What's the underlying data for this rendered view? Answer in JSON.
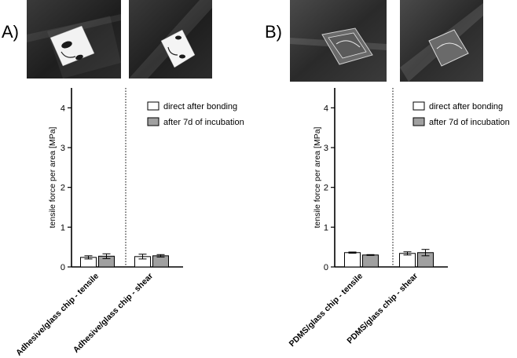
{
  "panels": [
    {
      "label": "A)",
      "photo_left": "adhesive-glass-chip-photo",
      "photo_right": "adhesive-glass-chip-shear-photo"
    },
    {
      "label": "B)",
      "photo_left": "pdms-glass-chip-photo",
      "photo_right": "pdms-glass-chip-shear-photo"
    }
  ],
  "chart_data": [
    {
      "type": "bar",
      "title": "",
      "xlabel": "",
      "ylabel": "tensile force per area [MPa]",
      "ylim": [
        0,
        4.5
      ],
      "yticks": [
        "0",
        "1",
        "2",
        "3",
        "4"
      ],
      "categories": [
        "Adhesive/glass chip - tensile",
        "Adhesive/glass chip - shear"
      ],
      "series": [
        {
          "name": "direct after bonding",
          "values": [
            0.24,
            0.26
          ],
          "errors": [
            0.04,
            0.06
          ],
          "color": "#ffffff"
        },
        {
          "name": "after 7d of incubation",
          "values": [
            0.27,
            0.28
          ],
          "errors": [
            0.06,
            0.03
          ],
          "color": "#a0a0a0"
        }
      ],
      "legend": "top-right",
      "grid": false,
      "separator": "dotted"
    },
    {
      "type": "bar",
      "title": "",
      "xlabel": "",
      "ylabel": "tensile force per area [MPa]",
      "ylim": [
        0,
        4.5
      ],
      "yticks": [
        "0",
        "1",
        "2",
        "3",
        "4"
      ],
      "categories": [
        "PDMS/glass chip - tensile",
        "PDMS/glass chip - shear"
      ],
      "series": [
        {
          "name": "direct after bonding",
          "values": [
            0.36,
            0.34
          ],
          "errors": [
            0.015,
            0.04
          ],
          "color": "#ffffff"
        },
        {
          "name": "after 7d of incubation",
          "values": [
            0.3,
            0.36
          ],
          "errors": [
            0.01,
            0.08
          ],
          "color": "#a0a0a0"
        }
      ],
      "legend": "top-right",
      "grid": false,
      "separator": "dotted"
    }
  ]
}
